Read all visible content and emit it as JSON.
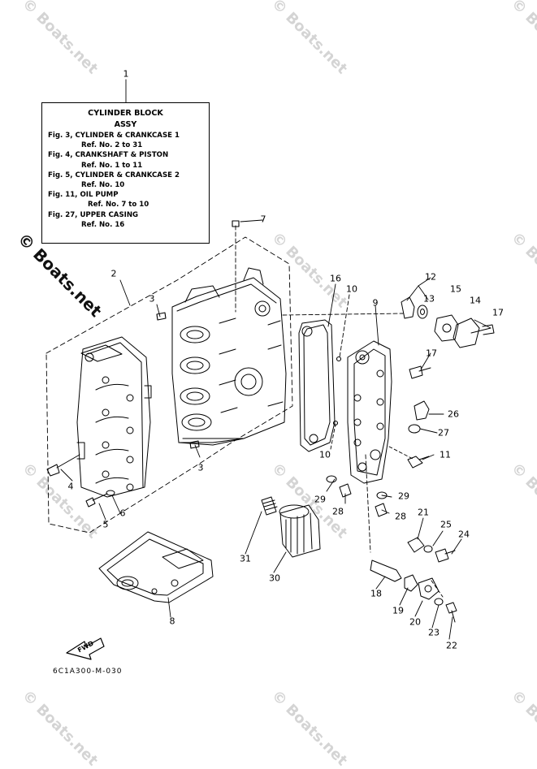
{
  "watermark": "© Boats.net",
  "info_box": {
    "title": "CYLINDER BLOCK",
    "subtitle": "ASSY",
    "lines": [
      {
        "text": "Fig. 3, CYLINDER & CRANKCASE 1",
        "indent": 0
      },
      {
        "text": "Ref. No. 2 to 31",
        "indent": 1
      },
      {
        "text": "Fig. 4, CRANKSHAFT & PISTON",
        "indent": 0
      },
      {
        "text": "Ref. No. 1 to 11",
        "indent": 1
      },
      {
        "text": "Fig. 5, CYLINDER & CRANKCASE 2",
        "indent": 0
      },
      {
        "text": "Ref. No. 10",
        "indent": 1
      },
      {
        "text": "Fig. 11, OIL PUMP",
        "indent": 0
      },
      {
        "text": "Ref. No. 7 to 10",
        "indent": 2
      },
      {
        "text": "Fig. 27, UPPER CASING",
        "indent": 0
      },
      {
        "text": "Ref. No. 16",
        "indent": 1
      }
    ]
  },
  "callouts": [
    "1",
    "2",
    "3",
    "3",
    "4",
    "5",
    "6",
    "7",
    "8",
    "9",
    "10",
    "10",
    "11",
    "12",
    "13",
    "14",
    "15",
    "16",
    "17",
    "17",
    "18",
    "19",
    "20",
    "21",
    "22",
    "23",
    "24",
    "25",
    "26",
    "27",
    "28",
    "28",
    "29",
    "29",
    "30",
    "31"
  ],
  "fwd_label": "FWD",
  "diagram_code": "6C1A300-M-030",
  "colors": {
    "ink": "#000000",
    "watermark": "#d4d4d4"
  }
}
